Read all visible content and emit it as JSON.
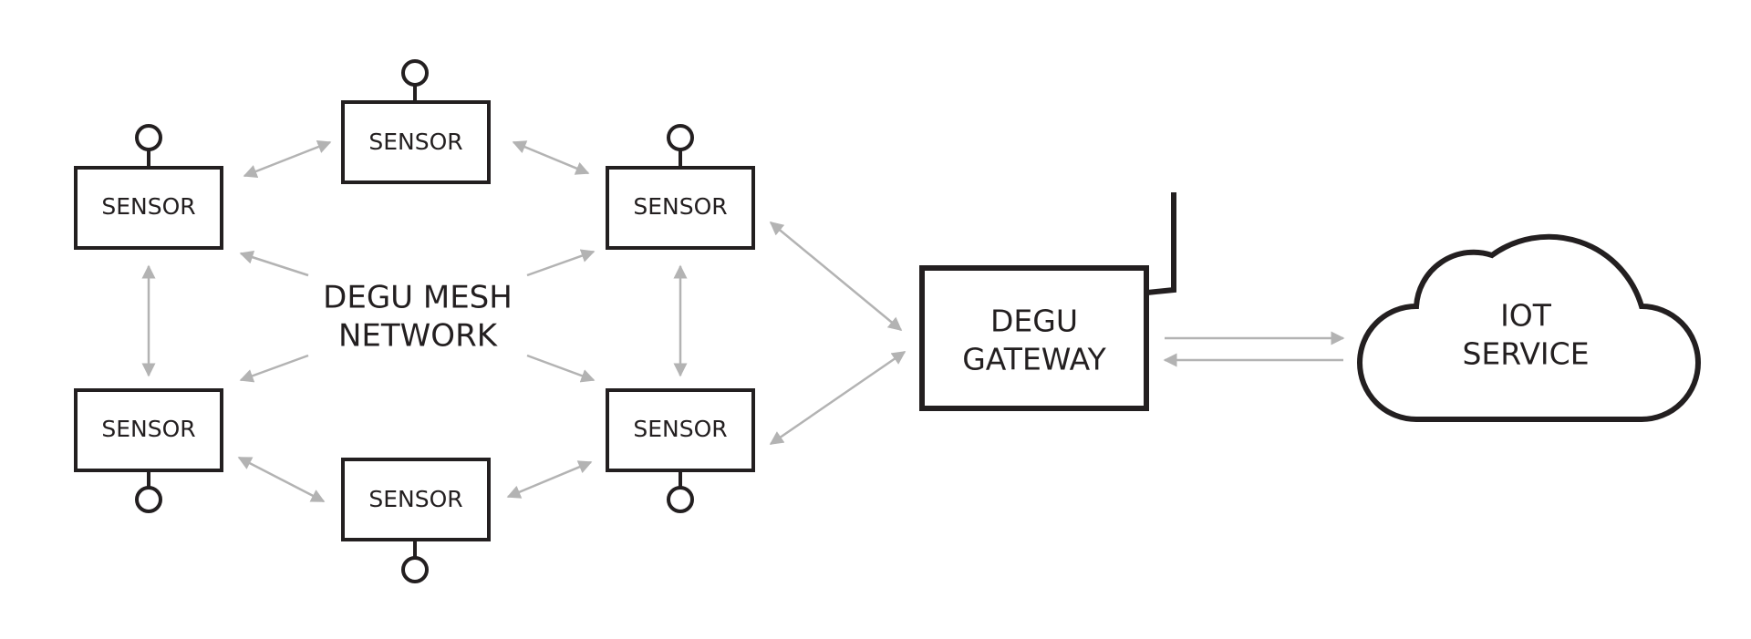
{
  "sensor_label": "SENSOR",
  "mesh": {
    "line1": "DEGU MESH",
    "line2": "NETWORK"
  },
  "gateway": {
    "line1": "DEGU",
    "line2": "GATEWAY"
  },
  "cloud": {
    "line1": "IOT",
    "line2": "SERVICE"
  },
  "colors": {
    "ink": "#231f20",
    "connector": "#b3b3b3"
  },
  "icons": {
    "sensor_antenna": "circle-on-stem-icon",
    "gateway_antenna": "antenna-icon",
    "cloud": "cloud-icon"
  }
}
